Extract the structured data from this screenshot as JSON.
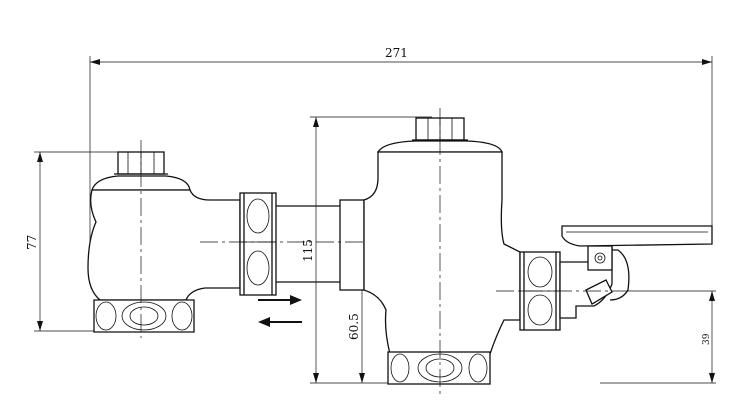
{
  "dimensions": {
    "overall_length": "271",
    "height_left": "77",
    "height_center": "115",
    "inlet_height": "60.5",
    "pedal_height": "39"
  }
}
